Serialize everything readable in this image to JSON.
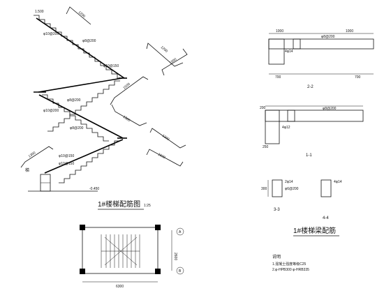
{
  "section_drawing": {
    "title": "1#楼梯配筋图",
    "scale": "1:25",
    "ground_elev": "-0.450",
    "top_label": "1.500",
    "rebar_labels": [
      "φ10@200",
      "φ8@200",
      "φ10@150",
      "φ8@200",
      "φ10@200",
      "φ8@200",
      "φ10@150",
      "φ10@150"
    ],
    "stair_dims": [
      "1200",
      "1200",
      "1500",
      "1500",
      "1300",
      "1200",
      "1500",
      "1300"
    ],
    "left_mark": "梯"
  },
  "beam_details": {
    "title": "1#楼梯梁配筋",
    "sections": [
      "2-2",
      "1-1",
      "3-3",
      "4-4"
    ],
    "dims": [
      "1000",
      "1000",
      "200",
      "700",
      "700",
      "250",
      "300"
    ],
    "rebar": [
      "φ8@200",
      "φ8@200",
      "4φ14",
      "4φ12",
      "2φ14",
      "4φ14",
      "φ6@200"
    ]
  },
  "plan": {
    "dim_total": "6300",
    "dim_side": "2600",
    "axis_a": "A",
    "axis_b": "B"
  },
  "notes": {
    "heading": "说明",
    "lines": [
      "1.混凝土强度等级C25",
      "2.φ-HPB300 φ-HRB335"
    ]
  }
}
